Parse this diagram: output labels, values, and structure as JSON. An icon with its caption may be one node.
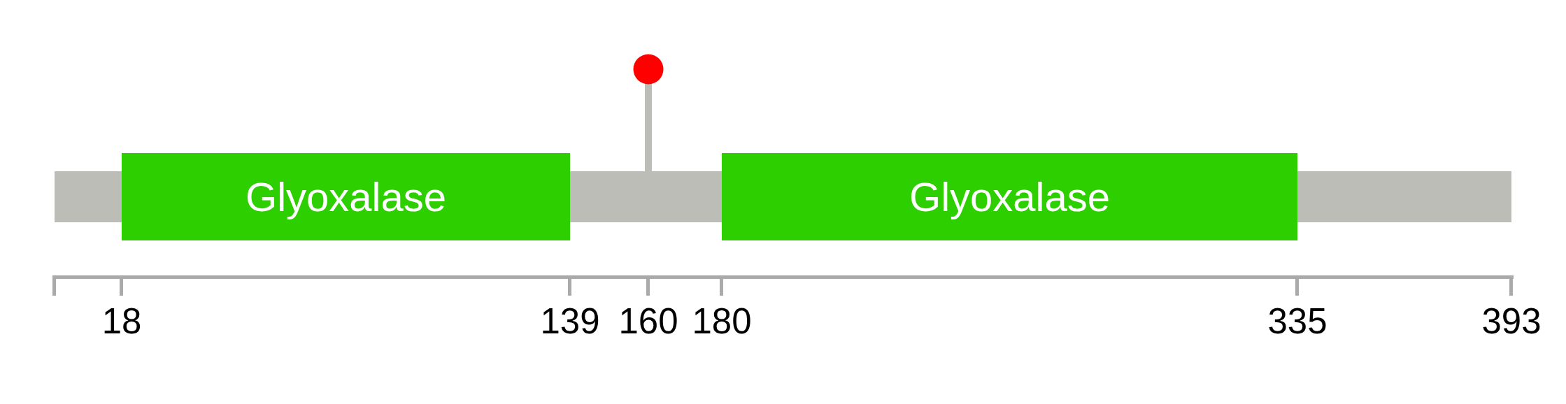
{
  "diagram": {
    "nodes": [
      {
        "text": [
          "Glyoxalase"
        ]
      },
      {
        "text": [
          "Glyoxalase"
        ]
      }
    ],
    "edges": [],
    "labels": [
      "18",
      "139",
      "160",
      "180",
      "335",
      "393"
    ]
  }
}
